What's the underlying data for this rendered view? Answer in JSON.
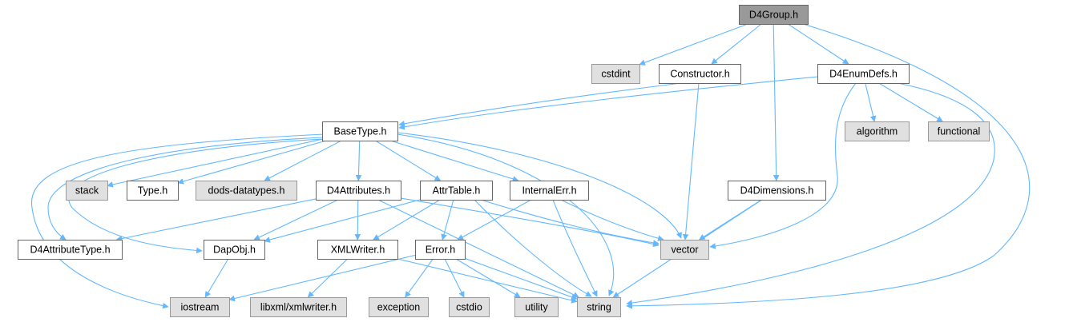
{
  "colors": {
    "edge": "#63b8ff",
    "root_fill": "#999999",
    "root_stroke": "#666666",
    "file_fill": "#ffffff",
    "file_stroke": "#666666",
    "system_fill": "#e0e0e0",
    "system_stroke": "#999999"
  },
  "nodes": [
    {
      "id": "D4Group",
      "label": "D4Group.h",
      "kind": "root"
    },
    {
      "id": "cstdint",
      "label": "cstdint",
      "kind": "system"
    },
    {
      "id": "Constructor",
      "label": "Constructor.h",
      "kind": "file"
    },
    {
      "id": "D4EnumDefs",
      "label": "D4EnumDefs.h",
      "kind": "file"
    },
    {
      "id": "BaseType",
      "label": "BaseType.h",
      "kind": "file"
    },
    {
      "id": "algorithm",
      "label": "algorithm",
      "kind": "system"
    },
    {
      "id": "functional",
      "label": "functional",
      "kind": "system"
    },
    {
      "id": "stack",
      "label": "stack",
      "kind": "system"
    },
    {
      "id": "Type",
      "label": "Type.h",
      "kind": "file"
    },
    {
      "id": "dods-datatypes",
      "label": "dods-datatypes.h",
      "kind": "system"
    },
    {
      "id": "D4Attributes",
      "label": "D4Attributes.h",
      "kind": "file"
    },
    {
      "id": "AttrTable",
      "label": "AttrTable.h",
      "kind": "file"
    },
    {
      "id": "InternalErr",
      "label": "InternalErr.h",
      "kind": "file"
    },
    {
      "id": "D4Dimensions",
      "label": "D4Dimensions.h",
      "kind": "file"
    },
    {
      "id": "D4AttributeType",
      "label": "D4AttributeType.h",
      "kind": "file"
    },
    {
      "id": "DapObj",
      "label": "DapObj.h",
      "kind": "file"
    },
    {
      "id": "XMLWriter",
      "label": "XMLWriter.h",
      "kind": "file"
    },
    {
      "id": "Error",
      "label": "Error.h",
      "kind": "file"
    },
    {
      "id": "vector",
      "label": "vector",
      "kind": "system"
    },
    {
      "id": "iostream",
      "label": "iostream",
      "kind": "system"
    },
    {
      "id": "libxml-xmlwriter",
      "label": "libxml/xmlwriter.h",
      "kind": "system"
    },
    {
      "id": "exception",
      "label": "exception",
      "kind": "system"
    },
    {
      "id": "cstdio",
      "label": "cstdio",
      "kind": "system"
    },
    {
      "id": "utility",
      "label": "utility",
      "kind": "system"
    },
    {
      "id": "string",
      "label": "string",
      "kind": "system"
    }
  ],
  "edges": [
    {
      "from": "D4Group",
      "to": "cstdint"
    },
    {
      "from": "D4Group",
      "to": "Constructor"
    },
    {
      "from": "D4Group",
      "to": "D4EnumDefs"
    },
    {
      "from": "D4Group",
      "to": "D4Dimensions"
    },
    {
      "from": "D4Group",
      "to": "string"
    },
    {
      "from": "Constructor",
      "to": "BaseType"
    },
    {
      "from": "Constructor",
      "to": "vector"
    },
    {
      "from": "D4EnumDefs",
      "to": "BaseType"
    },
    {
      "from": "D4EnumDefs",
      "to": "algorithm"
    },
    {
      "from": "D4EnumDefs",
      "to": "functional"
    },
    {
      "from": "D4EnumDefs",
      "to": "vector"
    },
    {
      "from": "D4EnumDefs",
      "to": "string"
    },
    {
      "from": "BaseType",
      "to": "stack"
    },
    {
      "from": "BaseType",
      "to": "Type"
    },
    {
      "from": "BaseType",
      "to": "dods-datatypes"
    },
    {
      "from": "BaseType",
      "to": "D4Attributes"
    },
    {
      "from": "BaseType",
      "to": "AttrTable"
    },
    {
      "from": "BaseType",
      "to": "InternalErr"
    },
    {
      "from": "BaseType",
      "to": "D4AttributeType"
    },
    {
      "from": "BaseType",
      "to": "DapObj"
    },
    {
      "from": "BaseType",
      "to": "iostream"
    },
    {
      "from": "BaseType",
      "to": "vector"
    },
    {
      "from": "BaseType",
      "to": "string"
    },
    {
      "from": "D4Attributes",
      "to": "D4AttributeType"
    },
    {
      "from": "D4Attributes",
      "to": "DapObj"
    },
    {
      "from": "D4Attributes",
      "to": "XMLWriter"
    },
    {
      "from": "D4Attributes",
      "to": "vector"
    },
    {
      "from": "D4Attributes",
      "to": "string"
    },
    {
      "from": "AttrTable",
      "to": "DapObj"
    },
    {
      "from": "AttrTable",
      "to": "XMLWriter"
    },
    {
      "from": "AttrTable",
      "to": "Error"
    },
    {
      "from": "AttrTable",
      "to": "vector"
    },
    {
      "from": "AttrTable",
      "to": "string"
    },
    {
      "from": "InternalErr",
      "to": "Error"
    },
    {
      "from": "InternalErr",
      "to": "vector"
    },
    {
      "from": "InternalErr",
      "to": "string"
    },
    {
      "from": "D4Dimensions",
      "to": "vector"
    },
    {
      "from": "D4Dimensions",
      "to": "string"
    },
    {
      "from": "DapObj",
      "to": "iostream"
    },
    {
      "from": "XMLWriter",
      "to": "libxml-xmlwriter"
    },
    {
      "from": "XMLWriter",
      "to": "string"
    },
    {
      "from": "Error",
      "to": "iostream"
    },
    {
      "from": "Error",
      "to": "exception"
    },
    {
      "from": "Error",
      "to": "cstdio"
    },
    {
      "from": "Error",
      "to": "utility"
    },
    {
      "from": "Error",
      "to": "string"
    }
  ]
}
